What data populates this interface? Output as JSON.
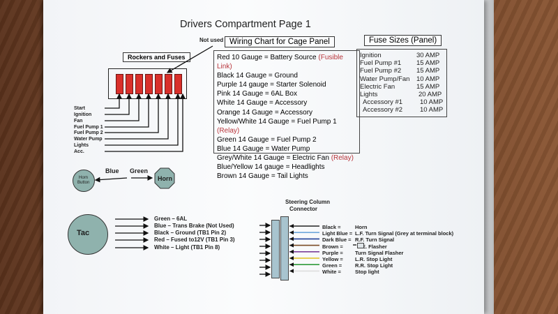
{
  "title": "Drivers Compartment Page 1",
  "not_used_label": "Not used",
  "rockers": {
    "header": "Rockers and Fuses",
    "labels": [
      "Start",
      "Ignition",
      "Fan",
      "Fuel Pump 1",
      "Fuel Pump 2",
      "Water Pump",
      "Lights",
      "Acc."
    ]
  },
  "wiring_chart": {
    "header": "Wiring Chart for Cage Panel",
    "rows": [
      {
        "text": "Red 10 Gauge  = Battery Source ",
        "note": "(Fusible Link)"
      },
      {
        "text": "Black 14 Gauge = Ground",
        "note": ""
      },
      {
        "text": "Purple 14 gauge = Starter Solenoid",
        "note": ""
      },
      {
        "text": "Pink 14 Gauge  =   6AL Box",
        "note": ""
      },
      {
        "text": "White 14 Gauge  =  Accessory",
        "note": ""
      },
      {
        "text": "Orange 14 Gauge = Accessory",
        "note": ""
      },
      {
        "text": "Yellow/White 14 Gauge = Fuel Pump 1 ",
        "note": "(Relay)"
      },
      {
        "text": "Green 14 Gauge  =  Fuel Pump 2",
        "note": ""
      },
      {
        "text": "Blue 14 Gauge = Water Pump",
        "note": ""
      },
      {
        "text": "Grey/White 14 Gauge = Electric Fan ",
        "note": "(Relay)"
      },
      {
        "text": "Blue/Yellow 14 gauge = Headlights",
        "note": ""
      },
      {
        "text": "Brown 14 Gauge = Tail Lights",
        "note": ""
      }
    ]
  },
  "fuse_sizes": {
    "header": "Fuse Sizes (Panel)",
    "rows": [
      {
        "name": "Ignition",
        "amp": "30 AMP"
      },
      {
        "name": "Fuel Pump #1",
        "amp": "15 AMP"
      },
      {
        "name": "Fuel Pump #2",
        "amp": "15 AMP"
      },
      {
        "name": "Water Pump/Fan",
        "amp": "10 AMP"
      },
      {
        "name": "Electric Fan",
        "amp": "15 AMP"
      },
      {
        "name": "Lights",
        "amp": "20 AMP"
      },
      {
        "name": "Accessory #1",
        "amp": "10 AMP"
      },
      {
        "name": "Accessory #2",
        "amp": "10 AMP"
      }
    ]
  },
  "horn": {
    "button_label_1": "Horn",
    "button_label_2": "Button",
    "horn_label": "Horn",
    "wire_blue": "Blue",
    "wire_green": "Green"
  },
  "tac": {
    "label": "Tac",
    "wires": [
      "Green – 6AL",
      "Blue – Trans Brake (Not Used)",
      "Black – Ground (TB1 Pin 2)",
      "Red – Fused to12V (TB1 Pin 3)",
      "White –  Light  (TB1 Pin 8)"
    ]
  },
  "steering": {
    "title_1": "Steering Column",
    "title_2": "Connector",
    "rows": [
      {
        "color": "Black =",
        "func": "Horn",
        "wire": "#222222"
      },
      {
        "color": "Light Blue =",
        "func": "L.F. Turn Signal (Grey at terminal block)",
        "wire": "#6fa8dc"
      },
      {
        "color": "Dark Blue =",
        "func": "R.F. Turn Signal",
        "wire": "#1f3f99"
      },
      {
        "color": "Brown =",
        "func": "E. Flasher",
        "wire": "#7a4a24"
      },
      {
        "color": "Purple =",
        "func": "Turn Signal Flasher",
        "wire": "#7b3f99"
      },
      {
        "color": "Yellow =",
        "func": "L.R. Stop Light",
        "wire": "#e0c020"
      },
      {
        "color": "Green =",
        "func": "R.R. Stop Light",
        "wire": "#2f9a3a"
      },
      {
        "color": "White =",
        "func": "Stop light",
        "wire": "#dddddd"
      }
    ]
  },
  "colors": {
    "fuse_red": "#d9302b",
    "component_fill": "#8fb2ad",
    "connector_fill": "#a8c4cf",
    "note_red": "#b8343a"
  }
}
